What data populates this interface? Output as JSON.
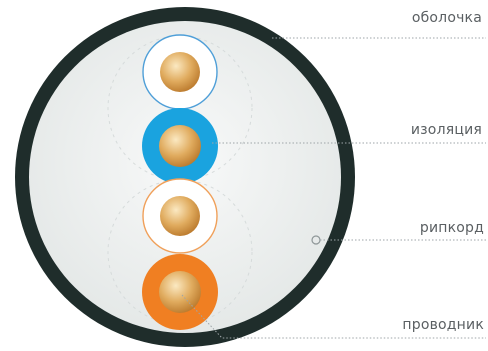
{
  "colors": {
    "jacket": "#1f2d2b",
    "fill": "#eef0ef",
    "copper_light": "#f6dca7",
    "copper_dark": "#c8862f",
    "blue_insulation": "#1aa3df",
    "orange_insulation": "#f07f22",
    "leader_line": "#9ea5a8",
    "label_text": "#5a5f62"
  },
  "labels": {
    "sheath": "оболочка",
    "insulation": "изоляция",
    "ripcord": "рипкорд",
    "conductor": "проводник"
  },
  "conductors": [
    {
      "insulation": "white-with-blue-stripe",
      "icon": "conductor-white-blue"
    },
    {
      "insulation": "blue",
      "icon": "conductor-blue"
    },
    {
      "insulation": "white-with-orange-stripe",
      "icon": "conductor-white-orange"
    },
    {
      "insulation": "orange",
      "icon": "conductor-orange"
    }
  ]
}
